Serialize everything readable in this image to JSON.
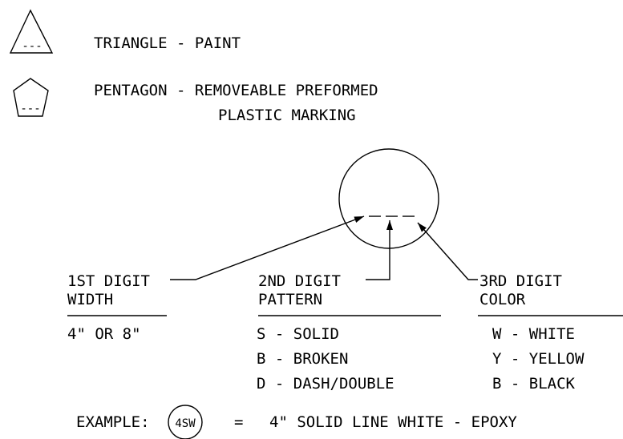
{
  "legend": {
    "triangle": {
      "symbol_text": "---",
      "label": "TRIANGLE - PAINT"
    },
    "pentagon": {
      "symbol_text": "---",
      "label_line1": "PENTAGON - REMOVEABLE PREFORMED",
      "label_line2": "PLASTIC MARKING"
    }
  },
  "code_symbol": {
    "placeholder": "- - -"
  },
  "digits": [
    {
      "title": "1ST DIGIT",
      "subtitle": "WIDTH",
      "values": [
        "4\" OR 8\""
      ]
    },
    {
      "title": "2ND DIGIT",
      "subtitle": "PATTERN",
      "values": [
        "S - SOLID",
        "B - BROKEN",
        "D - DASH/DOUBLE"
      ]
    },
    {
      "title": "3RD DIGIT",
      "subtitle": "COLOR",
      "values": [
        "W - WHITE",
        "Y - YELLOW",
        "B - BLACK"
      ]
    }
  ],
  "example": {
    "label": "EXAMPLE:",
    "code": "4SW",
    "equals": "=",
    "description": "4\" SOLID LINE WHITE - EPOXY"
  }
}
